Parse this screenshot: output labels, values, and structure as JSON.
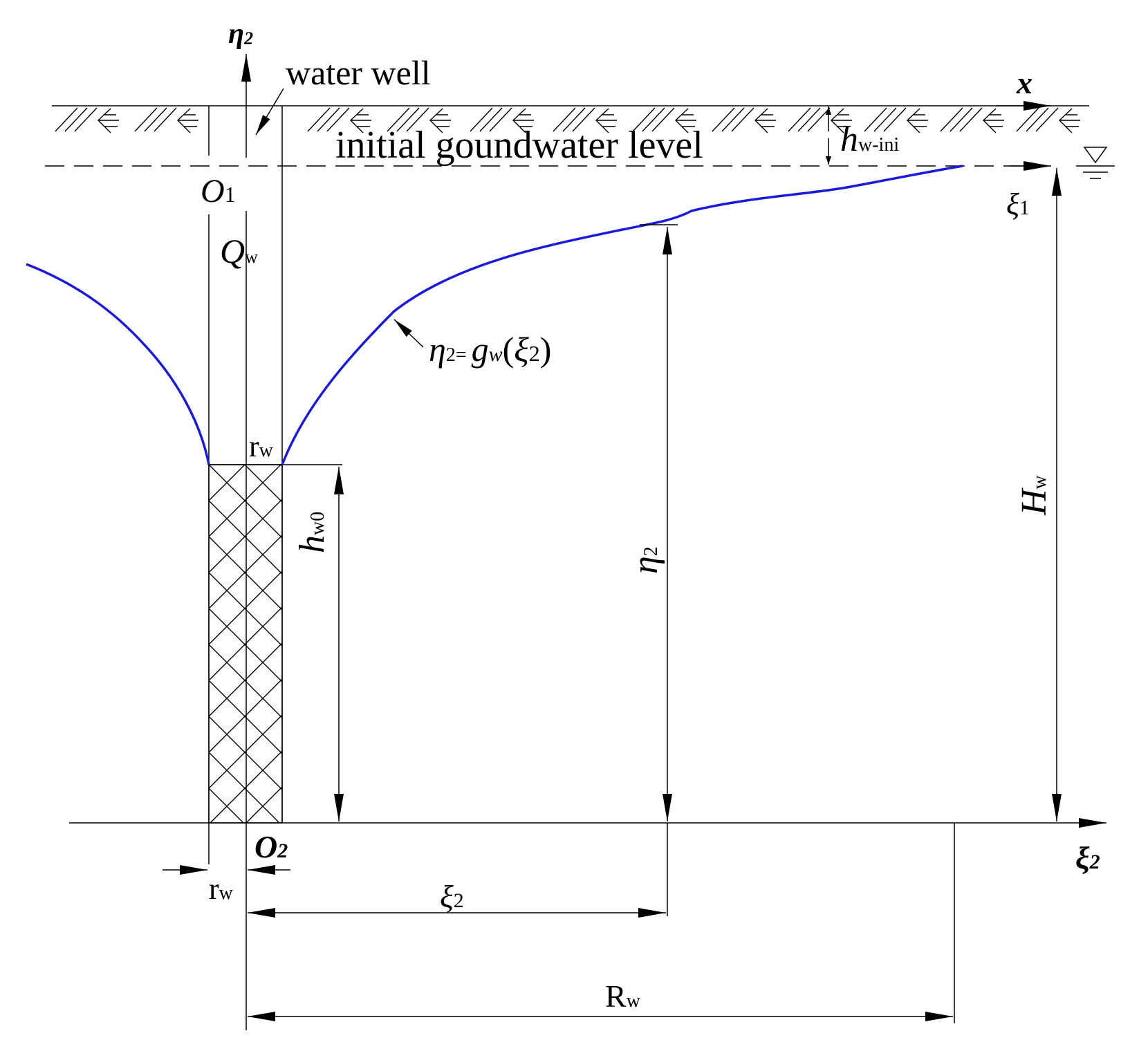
{
  "labels": {
    "eta2_axis": "η",
    "eta2_axis_sub": "2",
    "water_well": "water well",
    "x_axis": "x",
    "initial_level": "initial goundwater level",
    "hw_ini": "h",
    "hw_ini_sub": "w-ini",
    "O1": "O",
    "O1_sub": "1",
    "xi1": "ξ",
    "xi1_sub": "1",
    "Qw": "Q",
    "Qw_sub": "w",
    "curve_eq_eta": "η",
    "curve_eq_eta_sub": "2",
    "curve_eq_rest": "= ",
    "curve_eq_g": "g",
    "curve_eq_g_sub": "w",
    "curve_eq_open": "(",
    "curve_eq_xi": "ξ",
    "curve_eq_xi_sub": "2",
    "curve_eq_close": ")",
    "rw_top": "r",
    "rw_top_sub": "w",
    "hw0": "h",
    "hw0_sub": "w0",
    "eta2_dim": "η",
    "eta2_dim_sub": "2",
    "Hw": "H",
    "Hw_sub": "w",
    "O2": "O",
    "O2_sub": "2",
    "xi2_axis": "ξ",
    "xi2_axis_sub": "2",
    "rw_bottom": "r",
    "rw_bottom_sub": "w",
    "xi2_dim": "ξ",
    "xi2_dim_sub": "2",
    "Rw": "R",
    "Rw_sub": "w"
  },
  "colors": {
    "line": "#000000",
    "phreatic_curve": "#1a1adf"
  }
}
